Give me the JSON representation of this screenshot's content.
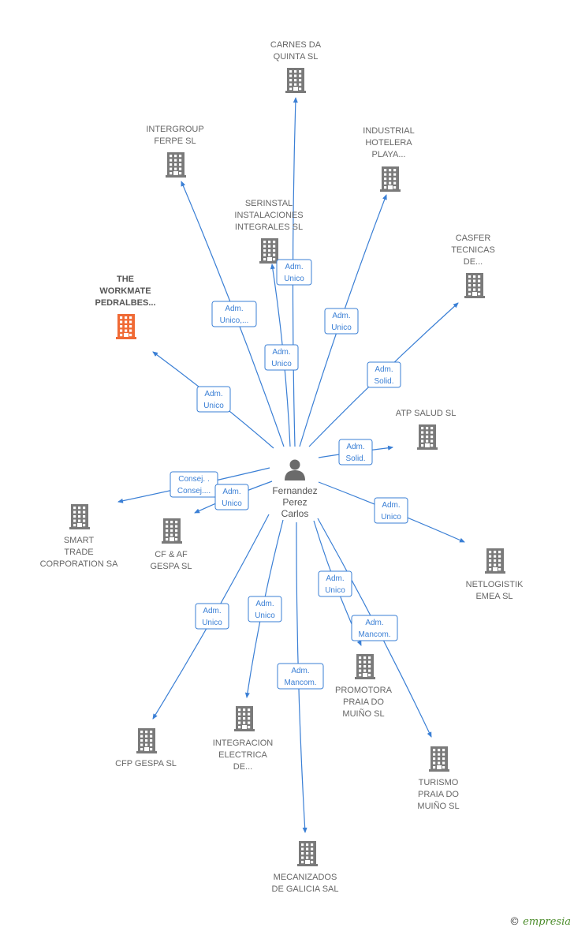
{
  "center": {
    "name_lines": [
      "Fernandez",
      "Perez",
      "Carlos"
    ],
    "icon": "person-icon"
  },
  "nodes": [
    {
      "id": "carnes",
      "lines": [
        "CARNES DA",
        "QUINTA SL"
      ],
      "icon": "building-icon"
    },
    {
      "id": "intergroup",
      "lines": [
        "INTERGROUP",
        "FERPE  SL"
      ],
      "icon": "building-icon"
    },
    {
      "id": "industrial",
      "lines": [
        "INDUSTRIAL",
        "HOTELERA",
        "PLAYA..."
      ],
      "icon": "building-icon"
    },
    {
      "id": "serinstal",
      "lines": [
        "SERINSTAL",
        "INSTALACIONES",
        "INTEGRALES SL"
      ],
      "icon": "building-icon"
    },
    {
      "id": "casfer",
      "lines": [
        "CASFER",
        "TECNICAS",
        "DE..."
      ],
      "icon": "building-icon"
    },
    {
      "id": "workmate",
      "lines": [
        "THE",
        "WORKMATE",
        "PEDRALBES..."
      ],
      "icon": "building-icon",
      "highlight": true
    },
    {
      "id": "atp",
      "lines": [
        "ATP SALUD  SL"
      ],
      "icon": "building-icon"
    },
    {
      "id": "smart",
      "lines": [
        "SMART",
        "TRADE",
        "CORPORATION SA"
      ],
      "icon": "building-icon"
    },
    {
      "id": "cfaf",
      "lines": [
        "CF & AF",
        "GESPA  SL"
      ],
      "icon": "building-icon"
    },
    {
      "id": "netlogistik",
      "lines": [
        "NETLOGISTIK",
        "EMEA  SL"
      ],
      "icon": "building-icon"
    },
    {
      "id": "promotora",
      "lines": [
        "PROMOTORA",
        "PRAIA DO",
        "MUIÑO SL"
      ],
      "icon": "building-icon"
    },
    {
      "id": "cfp",
      "lines": [
        "CFP GESPA  SL"
      ],
      "icon": "building-icon"
    },
    {
      "id": "integracion",
      "lines": [
        "INTEGRACION",
        "ELECTRICA",
        "DE..."
      ],
      "icon": "building-icon"
    },
    {
      "id": "turismo",
      "lines": [
        "TURISMO",
        "PRAIA DO",
        "MUIÑO SL"
      ],
      "icon": "building-icon"
    },
    {
      "id": "mecanizados",
      "lines": [
        "MECANIZADOS",
        "DE GALICIA SAL"
      ],
      "icon": "building-icon"
    }
  ],
  "relations": [
    {
      "target": "carnes",
      "label": [
        "Adm.",
        "Unico"
      ]
    },
    {
      "target": "intergroup",
      "label": [
        "Adm.",
        "Unico,..."
      ]
    },
    {
      "target": "industrial",
      "label": [
        "Adm.",
        "Unico"
      ]
    },
    {
      "target": "serinstal",
      "label": [
        "Adm.",
        "Unico"
      ]
    },
    {
      "target": "casfer",
      "label": [
        "Adm.",
        "Solid."
      ]
    },
    {
      "target": "workmate",
      "label": [
        "Adm.",
        "Unico"
      ]
    },
    {
      "target": "atp",
      "label": [
        "Adm.",
        "Solid."
      ]
    },
    {
      "target": "smart",
      "label": [
        "Consej. .",
        "Consej...."
      ]
    },
    {
      "target": "cfaf",
      "label": [
        "Adm.",
        "Unico"
      ]
    },
    {
      "target": "netlogistik",
      "label": [
        "Adm.",
        "Unico"
      ]
    },
    {
      "target": "promotora",
      "label": [
        "Adm.",
        "Unico"
      ]
    },
    {
      "target": "cfp",
      "label": [
        "Adm.",
        "Unico"
      ]
    },
    {
      "target": "integracion",
      "label": [
        "Adm.",
        "Unico"
      ]
    },
    {
      "target": "turismo",
      "label": [
        "Adm.",
        "Mancom."
      ]
    },
    {
      "target": "mecanizados",
      "label": [
        "Adm.",
        "Mancom."
      ]
    }
  ],
  "colors": {
    "edge": "#3a7fd5",
    "building": "#7a7a7a",
    "highlight": "#f06a35",
    "person": "#6b6b6b"
  },
  "watermark": {
    "copyright": "©",
    "brand": "mpresia",
    "brand_initial": "e"
  }
}
